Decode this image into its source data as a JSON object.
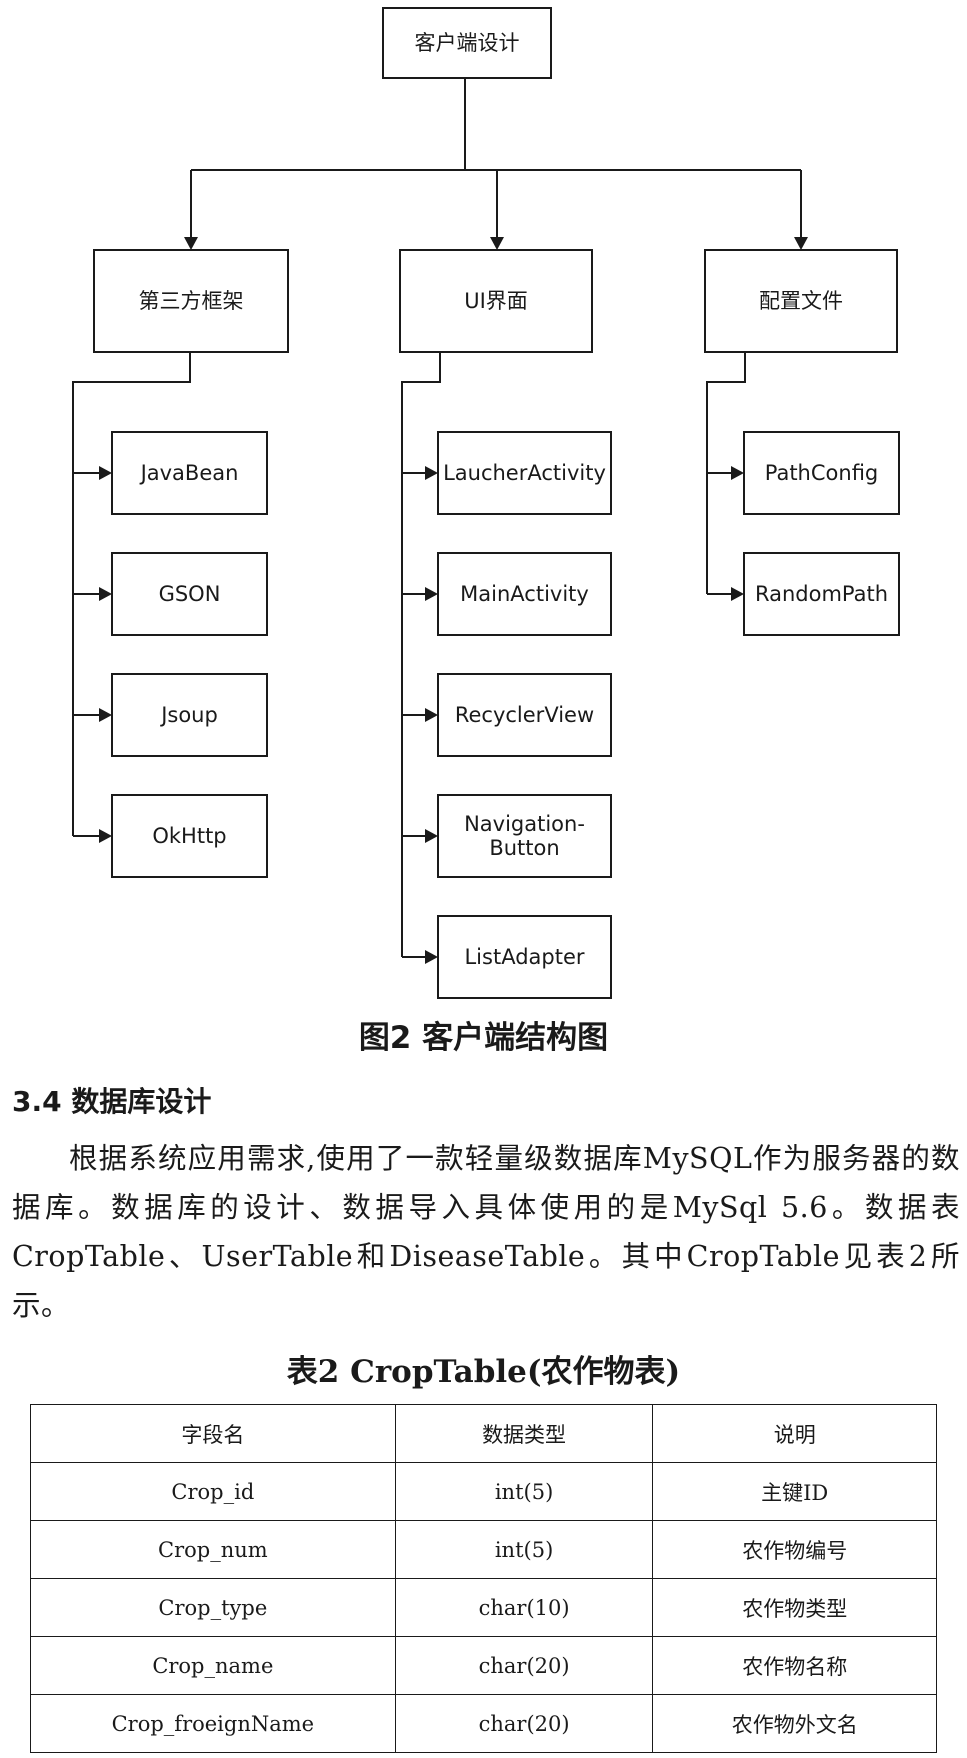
{
  "diagram": {
    "root": "客户端设计",
    "branches": [
      {
        "label": "第三方框架",
        "children": [
          [
            "JavaBean"
          ],
          [
            "GSON"
          ],
          [
            "Jsoup"
          ],
          [
            "OkHttp"
          ]
        ]
      },
      {
        "label": "UI界面",
        "children": [
          [
            "LaucherActivity"
          ],
          [
            "MainActivity"
          ],
          [
            "RecyclerView"
          ],
          [
            "Navigation-",
            "Button"
          ],
          [
            "ListAdapter"
          ]
        ]
      },
      {
        "label": "配置文件",
        "children": [
          [
            "PathConfig"
          ],
          [
            "RandomPath"
          ]
        ]
      }
    ]
  },
  "figure_caption": "图2  客户端结构图",
  "section_heading": "3.4 数据库设计",
  "paragraph": "根据系统应用需求,使用了一款轻量级数据库MySQL作为服务器的数据库。数据库的设计、数据导入具体使用的是MySql 5.6。数据表CropTable、UserTable和DiseaseTable。其中CropTable见表2所示。",
  "table_caption": "表2  CropTable(农作物表)",
  "table": {
    "headers": [
      "字段名",
      "数据类型",
      "说明"
    ],
    "rows": [
      [
        "Crop_id",
        "int(5)",
        "主键ID"
      ],
      [
        "Crop_num",
        "int(5)",
        "农作物编号"
      ],
      [
        "Crop_type",
        "char(10)",
        "农作物类型"
      ],
      [
        "Crop_name",
        "char(20)",
        "农作物名称"
      ],
      [
        "Crop_froeignName",
        "char(20)",
        "农作物外文名"
      ]
    ]
  }
}
